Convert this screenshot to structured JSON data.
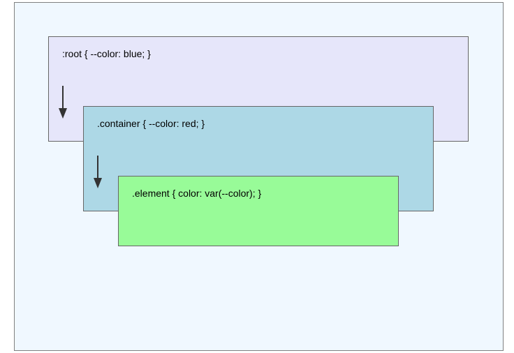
{
  "canvas": {
    "background": "#f0f8ff"
  },
  "boxes": {
    "root": {
      "label": ":root { --color: blue; }",
      "fill": "#e6e6fa"
    },
    "container": {
      "label": ".container { --color: red; }",
      "fill": "#add8e6"
    },
    "element": {
      "label": ".element { color: var(--color); }",
      "fill": "#98fb98"
    }
  },
  "arrows": [
    {
      "from": "root",
      "to": "container",
      "icon": "arrow-down-icon"
    },
    {
      "from": "container",
      "to": "element",
      "icon": "arrow-down-icon"
    }
  ]
}
